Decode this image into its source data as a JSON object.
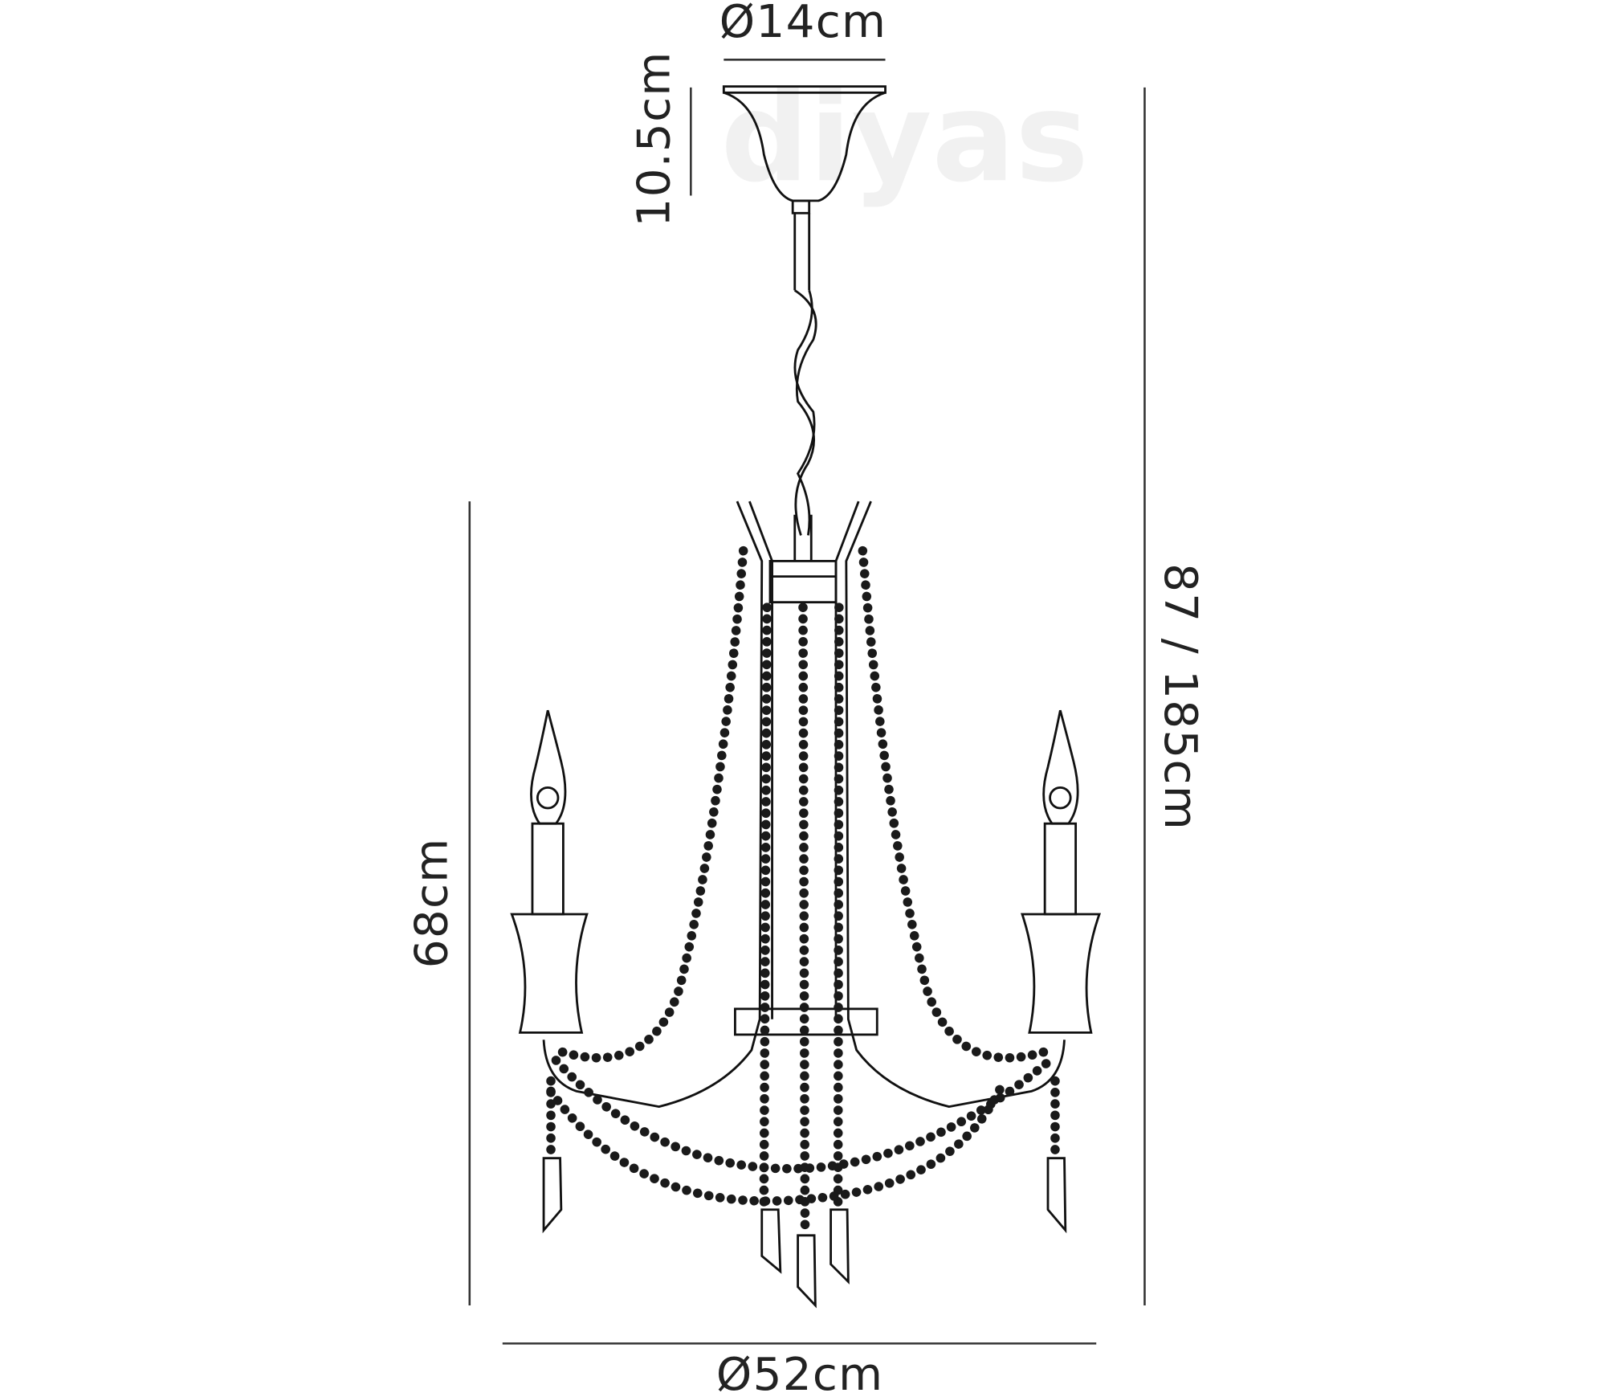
{
  "watermark": "diyas",
  "dimensions": {
    "canopy_diameter": "Ø14cm",
    "canopy_height": "10.5cm",
    "body_height": "68cm",
    "overall_height": "87 / 185cm",
    "overall_diameter": "Ø52cm"
  },
  "colors": {
    "line": "#111111",
    "background": "#ffffff",
    "watermark": "#f1f1f1"
  }
}
